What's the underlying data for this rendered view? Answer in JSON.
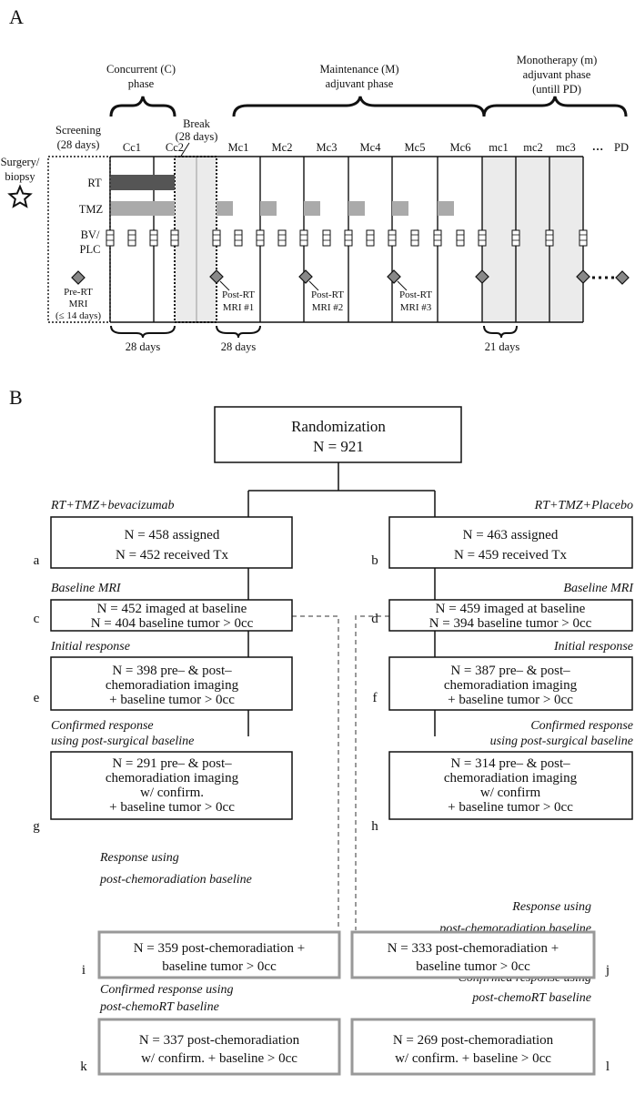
{
  "panelA": {
    "label": "A",
    "phase_concurrent": [
      "Concurrent (C)",
      "phase"
    ],
    "phase_maintenance": [
      "Maintenance (M)",
      "adjuvant phase"
    ],
    "phase_monotherapy": [
      "Monotherapy (m)",
      "adjuvant phase",
      "(untill PD)"
    ],
    "screening": [
      "Screening",
      "(28 days)"
    ],
    "break_label": [
      "Break",
      "(28 days)"
    ],
    "surgery": [
      "Surgery/",
      "biopsy"
    ],
    "cycles": [
      "Cc1",
      "Cc2",
      "Mc1",
      "Mc2",
      "Mc3",
      "Mc4",
      "Mc5",
      "Mc6",
      "mc1",
      "mc2",
      "mc3"
    ],
    "pd_label": "PD",
    "ellipsis": "…",
    "rows": {
      "rt": "RT",
      "tmz": "TMZ",
      "bv": [
        "BV/",
        "PLC"
      ]
    },
    "pre_rt_mri": [
      "Pre-RT",
      "MRI",
      "(≤ 14 days)"
    ],
    "post_rt_mri": [
      [
        "Post-RT",
        "MRI #1"
      ],
      [
        "Post-RT",
        "MRI #2"
      ],
      [
        "Post-RT",
        "MRI #3"
      ]
    ],
    "durations": [
      "28 days",
      "28 days",
      "21 days"
    ],
    "colors": {
      "rt": "#555555",
      "tmz": "#aaaaaa",
      "shade": "#ebebeb",
      "diamond": "#888888"
    }
  },
  "panelB": {
    "label": "B",
    "randomization": {
      "line1": "Randomization",
      "line2": "N = 921"
    },
    "arm_left": "RT+TMZ+bevacizumab",
    "arm_right": "RT+TMZ+Placebo",
    "section_baseline": "Baseline MRI",
    "section_initial": "Initial response",
    "section_confirmed": [
      "Confirmed response",
      "using post-surgical baseline"
    ],
    "section_postchemo": [
      "Response using",
      "post-chemoradiation baseline"
    ],
    "section_confirmed_chemo": [
      "Confirmed response using",
      "post-chemoRT baseline"
    ],
    "boxes": {
      "a": [
        "N = 458 assigned",
        "N = 452 received Tx"
      ],
      "b": [
        "N = 463 assigned",
        "N = 459 received Tx"
      ],
      "c": [
        "N = 452 imaged at baseline",
        "N = 404 baseline tumor > 0cc"
      ],
      "d": [
        "N = 459 imaged at baseline",
        "N = 394 baseline tumor > 0cc"
      ],
      "e": [
        "N = 398 pre– & post–",
        "chemoradiation imaging",
        "+ baseline tumor > 0cc"
      ],
      "f": [
        "N = 387 pre– & post–",
        "chemoradiation imaging",
        "+ baseline tumor > 0cc"
      ],
      "g": [
        "N = 291 pre– & post–",
        "chemoradiation imaging",
        "w/ confirm.",
        "+ baseline tumor > 0cc"
      ],
      "h": [
        "N = 314 pre– & post–",
        "chemoradiation imaging",
        "w/ confirm",
        "+ baseline tumor > 0cc"
      ],
      "i": [
        "N = 359 post-chemoradiation +",
        "baseline tumor > 0cc"
      ],
      "j": [
        "N = 333 post-chemoradiation +",
        "baseline tumor > 0cc"
      ],
      "k": [
        "N = 337 post-chemoradiation",
        "w/ confirm. + baseline > 0cc"
      ],
      "l": [
        "N = 269 post-chemoradiation",
        "w/ confirm. + baseline > 0cc"
      ]
    },
    "side_letters": {
      "a": "a",
      "b": "b",
      "c": "c",
      "d": "d",
      "e": "e",
      "f": "f",
      "g": "g",
      "h": "h",
      "i": "i",
      "j": "j",
      "k": "k",
      "l": "l"
    },
    "colors": {
      "grey_box": "#999999",
      "dashed": "#999999"
    }
  }
}
